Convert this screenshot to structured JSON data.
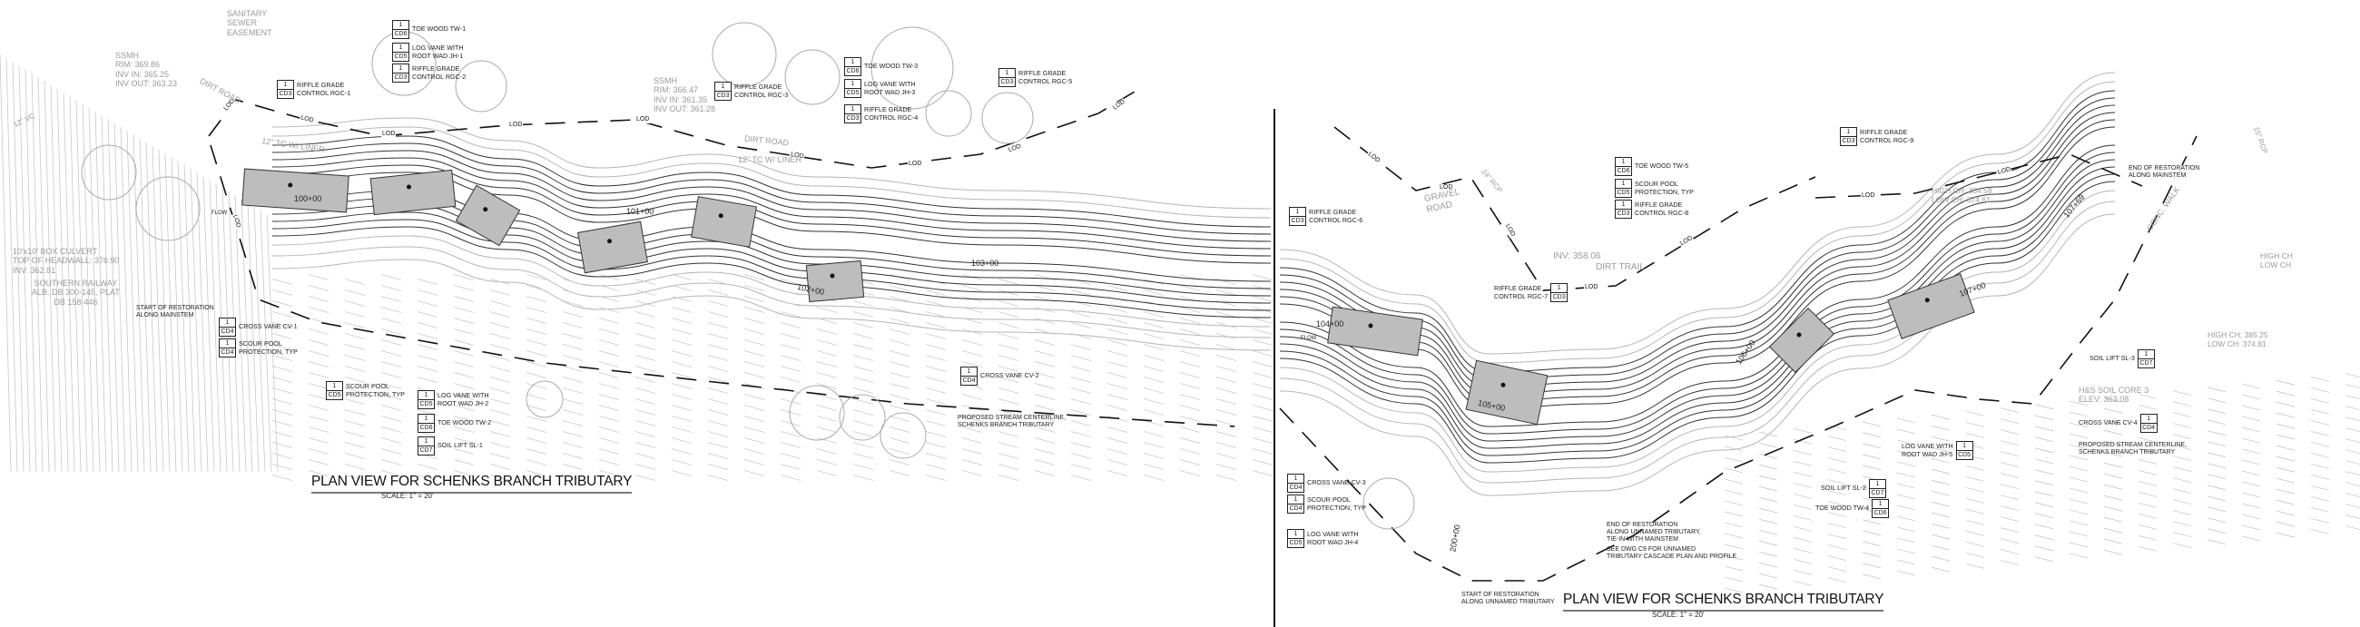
{
  "sheet_refs": {
    "detail": "1"
  },
  "left_panel": {
    "title": "PLAN VIEW FOR SCHENKS BRANCH TRIBUTARY",
    "scale": "SCALE: 1\" = 20'",
    "callouts": [
      {
        "sheet": "CD6",
        "label": "TOE WOOD TW-1"
      },
      {
        "sheet": "CD5",
        "label": "LOG VANE WITH\nROOT WAD JH-1"
      },
      {
        "sheet": "CD3",
        "label": "RIFFLE GRADE\nCONTROL RGC-2"
      },
      {
        "sheet": "CD3",
        "label": "RIFFLE GRADE\nCONTROL RGC-1"
      },
      {
        "sheet": "CD4",
        "label": "CROSS VANE CV-1"
      },
      {
        "sheet": "CD4",
        "label": "SCOUR POOL\nPROTECTION, TYP"
      },
      {
        "sheet": "CD5",
        "label": "SCOUR POOL\nPROTECTION, TYP"
      },
      {
        "sheet": "CD5",
        "label": "LOG VANE WITH\nROOT WAD JH-2"
      },
      {
        "sheet": "CD6",
        "label": "TOE WOOD TW-2"
      },
      {
        "sheet": "CD7",
        "label": "SOIL LIFT SL-1"
      },
      {
        "sheet": "CD3",
        "label": "RIFFLE GRADE\nCONTROL RGC-3"
      },
      {
        "sheet": "CD6",
        "label": "TOE WOOD TW-3"
      },
      {
        "sheet": "CD5",
        "label": "LOG VANE WITH\nROOT WAD JH-3"
      },
      {
        "sheet": "CD3",
        "label": "RIFFLE GRADE\nCONTROL RGC-4"
      },
      {
        "sheet": "CD3",
        "label": "RIFFLE GRADE\nCONTROL RGC-5"
      },
      {
        "sheet": "CD4",
        "label": "CROSS VANE CV-2"
      }
    ],
    "notes": {
      "sanitary": "SANITARY\nSEWER\nEASEMENT",
      "ssmh1": "SSMH\nRIM: 369.86\nINV IN: 365.25\nINV OUT: 363.23",
      "ssmh2": "SSMH\nRIM: 366.47\nINV IN: 361.35\nINV OUT: 361.28",
      "culvert": "10'x10' BOX CULVERT\nTOP OF HEADWALL: 376.90\nINV: 362.81",
      "railway": "SOUTHERN RAILWAY\nALB. DB 300-145, PLAT\nDB 158-446",
      "start": "START OF RESTORATION\nALONG MAINSTEM",
      "centerline": "PROPOSED STREAM CENTERLINE,\nSCHENKS BRANCH TRIBUTARY",
      "dirt_road": "DIRT ROAD",
      "tc_liner": "12\" TC W/ LINER",
      "vc": "12\" VC",
      "flow": "FLOW"
    },
    "stations": [
      "100+00",
      "101+00",
      "102+00",
      "103+00"
    ]
  },
  "right_panel": {
    "title": "PLAN VIEW FOR SCHENKS BRANCH TRIBUTARY",
    "scale": "SCALE: 1\" = 20'",
    "callouts": [
      {
        "sheet": "CD3",
        "label": "RIFFLE GRADE\nCONTROL RGC-6"
      },
      {
        "sheet": "CD6",
        "label": "TOE WOOD TW-5"
      },
      {
        "sheet": "CD5",
        "label": "SCOUR POOL\nPROTECTION, TYP"
      },
      {
        "sheet": "CD3",
        "label": "RIFFLE GRADE\nCONTROL RGC-8"
      },
      {
        "sheet": "CD3",
        "label": "RIFFLE GRADE\nCONTROL RGC-7"
      },
      {
        "sheet": "CD3",
        "label": "RIFFLE GRADE\nCONTROL RGC-9"
      },
      {
        "sheet": "CD7",
        "label": "SOIL LIFT SL-3"
      },
      {
        "sheet": "CD4",
        "label": "CROSS VANE CV-4"
      },
      {
        "sheet": "CD5",
        "label": "LOG VANE WITH\nROOT WAD JH-5"
      },
      {
        "sheet": "CD7",
        "label": "SOIL LIFT SL-2"
      },
      {
        "sheet": "CD6",
        "label": "TOE WOOD TW-4"
      },
      {
        "sheet": "CD4",
        "label": "CROSS VANE CV-3"
      },
      {
        "sheet": "CD4",
        "label": "SCOUR POOL\nPROTECTION, TYP"
      },
      {
        "sheet": "CD5",
        "label": "LOG VANE WITH\nROOT WAD JH-4"
      }
    ],
    "notes": {
      "inv": "INV: 358.06",
      "dirt_trail": "DIRT TRAIL",
      "gravel_road": "GRAVEL\nROAD",
      "rcp24": "24\" RCP",
      "rcp15": "15\" RCP",
      "conc_walk": "CONC. WALK",
      "end_mainstem": "END OF RESTORATION\nALONG MAINSTEM",
      "ch1": "HIGH CH: 384.58\nLOW CH: 374.61",
      "ch2": "HIGH CH\nLOW CH",
      "ch3": "HIGH CH: 385.25\nLOW CH: 374.81",
      "soil_core": "H&S SOIL CORE 3\nELEV: 363.08",
      "centerline": "PROPOSED STREAM CENTERLINE,\nSCHENKS BRANCH TRIBUTARY",
      "end_unnamed": "END OF RESTORATION\nALONG UNNAMED TRIBUTARY,\nTIE-IN WITH MAINSTEM",
      "see_dwg": "SEE DWG C9 FOR UNNAMED\nTRIBUTARY CASCADE PLAN AND PROFILE",
      "start_unnamed": "START OF RESTORATION\nALONG UNNAMED TRIBUTARY",
      "flow": "FLOW"
    },
    "stations": [
      "104+00",
      "105+00",
      "106+00",
      "107+00",
      "107+69",
      "200+00"
    ]
  },
  "line_labels": {
    "lod": "LOD"
  },
  "colors": {
    "ink": "#222222",
    "existing": "#999999",
    "riffle_fill": "#bdbdbd"
  }
}
